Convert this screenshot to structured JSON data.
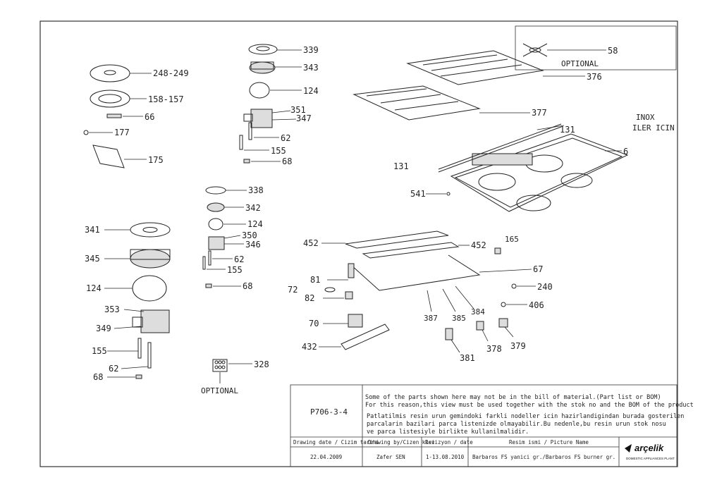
{
  "labels": {
    "l339": "339",
    "l343": "343",
    "l124a": "124",
    "l351": "351",
    "l347": "347",
    "l62a": "62",
    "l155a": "155",
    "l68a": "68",
    "l248": "248-249",
    "l158": "158-157",
    "l66": "66",
    "l177": "177",
    "l175": "175",
    "l338": "338",
    "l342": "342",
    "l124b": "124",
    "l350": "350",
    "l346": "346",
    "l62b": "62",
    "l155b": "155",
    "l68b": "68",
    "l341": "341",
    "l345": "345",
    "l124c": "124",
    "l353": "353",
    "l349": "349",
    "l155c": "155",
    "l62c": "62",
    "l68c": "68",
    "l328": "328",
    "optional_bottom": "OPTIONAL",
    "l58": "58",
    "optional_top": "OPTIONAL",
    "l376": "376",
    "l377": "377",
    "l131a": "131",
    "l131b": "131",
    "l6": "6",
    "inox1": "INOX",
    "inox2": "ILER ICIN",
    "l541": "541",
    "l452a": "452",
    "l452b": "452",
    "l165": "165",
    "l67": "67",
    "l81": "81",
    "l72": "72",
    "l82": "82",
    "l240": "240",
    "l406": "406",
    "l387": "387",
    "l385": "385",
    "l384": "384",
    "l70": "70",
    "l432": "432",
    "l381": "381",
    "l378": "378",
    "l379": "379"
  },
  "title_block": {
    "code": "P706-3-4",
    "note_en_1": "Some of the parts shown here may not be in the bill of material.(Part list or BOM)",
    "note_en_2": "For this reason,this view must be used together with the stok no and the BOM of the product",
    "note_tr_1": "Patlatilmis resin urun gemindoki farkli nodeller icin hazirlandigindan burada gosterilen",
    "note_tr_2": "parcalarin bazilari parca listenizde olmayabilir.Bu nedenle,bu resin urun stok nosu",
    "note_tr_3": "ve parca listesiyle birlikte kullanilmalidir.",
    "h_date": "Drawing date / Cizim tarihi",
    "h_by": "Drawing by/Cizen kisi",
    "h_rev": "Revizyon / date",
    "h_pic": "Resim ismi / Picture Name",
    "v_date": "22.04.2009",
    "v_by": "Zafer SEN",
    "v_rev": "1-13.08.2010",
    "v_pic": "Barbaros FS yanici gr./Barbaros FS burner gr.",
    "brand": "arçelik",
    "brand_sub": "DOMESTIC APPLIANCES PLANT"
  }
}
